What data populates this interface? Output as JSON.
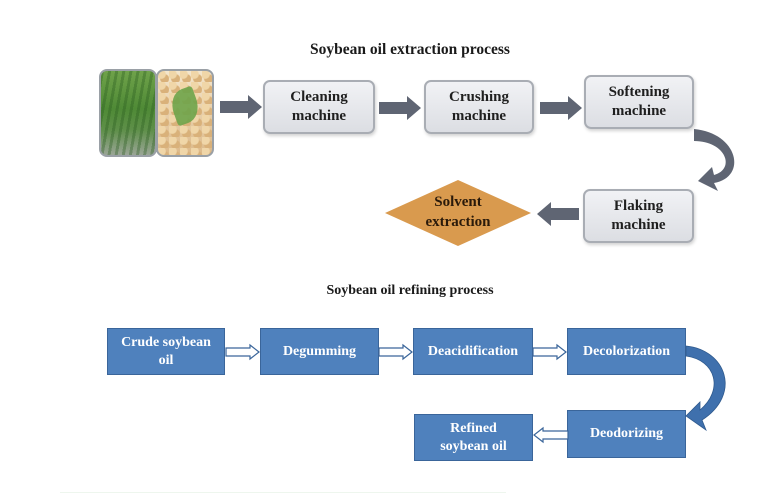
{
  "extraction": {
    "title": "Soybean oil extraction process",
    "images": [
      {
        "name": "soybean-plant-photo",
        "description": "green soybean plants"
      },
      {
        "name": "soybeans-photo",
        "description": "soybeans with leaf"
      }
    ],
    "steps": [
      {
        "label": "Cleaning\nmachine"
      },
      {
        "label": "Crushing\nmachine"
      },
      {
        "label": "Softening\nmachine"
      },
      {
        "label": "Flaking\nmachine"
      },
      {
        "label": "Solvent\nextraction"
      }
    ],
    "colors": {
      "box_fill": "#e4e6ea",
      "arrow": "#5f6573",
      "diamond": "#d99a4e"
    }
  },
  "refining": {
    "title": "Soybean oil refining process",
    "steps": [
      {
        "label": "Crude soybean\noil"
      },
      {
        "label": "Degumming"
      },
      {
        "label": "Deacidification"
      },
      {
        "label": "Decolorization"
      },
      {
        "label": "Deodorizing"
      },
      {
        "label": "Refined\nsoybean oil"
      }
    ],
    "colors": {
      "box_fill": "#4f81bd",
      "arrow": "#3a659a"
    }
  }
}
